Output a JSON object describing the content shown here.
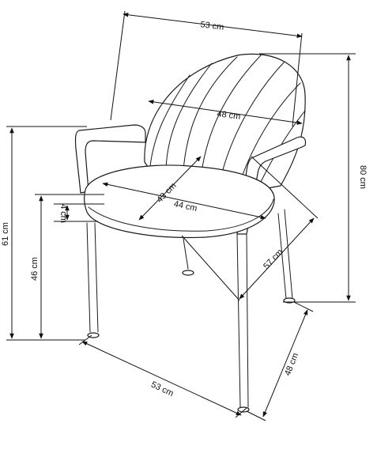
{
  "dimensions": {
    "total_width": "53 cm",
    "backrest_width": "48 cm",
    "seat_depth": "43 cm",
    "seat_width": "44 cm",
    "diagonal_depth": "57 cm",
    "total_height": "80 cm",
    "arm_height": "61 cm",
    "seat_height": "46 cm",
    "seat_thickness": "4 cm",
    "base_width": "53 cm",
    "base_depth": "48 cm"
  }
}
